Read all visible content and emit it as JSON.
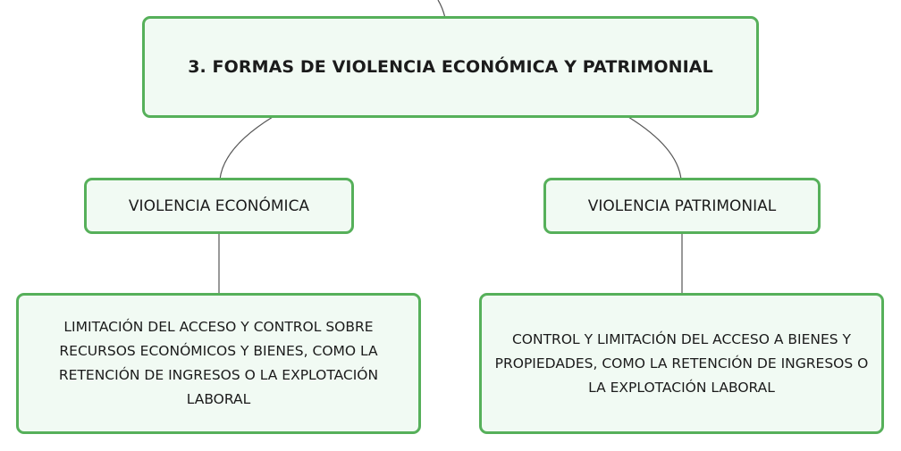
{
  "colors": {
    "node_border": "#56b05a",
    "node_fill": "#f1faf3",
    "connector": "#555555",
    "text": "#1b1b1b"
  },
  "root": {
    "title": "3. FORMAS DE VIOLENCIA ECONÓMICA Y PATRIMONIAL"
  },
  "branches": [
    {
      "label": "VIOLENCIA ECONÓMICA",
      "description": "LIMITACIÓN DEL ACCESO Y CONTROL SOBRE RECURSOS ECONÓMICOS Y BIENES, COMO LA RETENCIÓN DE INGRESOS O LA EXPLOTACIÓN LABORAL"
    },
    {
      "label": "VIOLENCIA PATRIMONIAL",
      "description": "CONTROL Y LIMITACIÓN DEL ACCESO A BIENES Y PROPIEDADES, COMO LA RETENCIÓN DE INGRESOS O LA EXPLOTACIÓN LABORAL"
    }
  ]
}
